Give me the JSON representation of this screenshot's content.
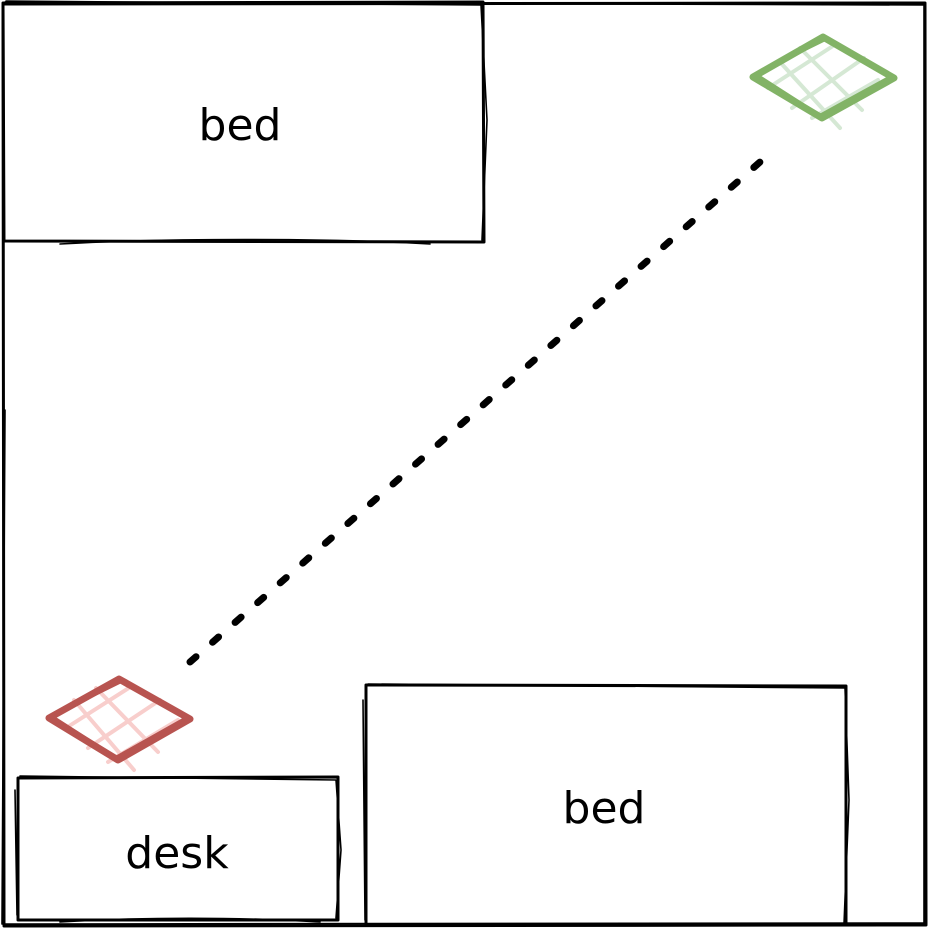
{
  "diagram": {
    "furniture": [
      {
        "id": "bed-top",
        "label": "bed"
      },
      {
        "id": "bed-bottom",
        "label": "bed"
      },
      {
        "id": "desk",
        "label": "desk"
      }
    ],
    "markers": {
      "green": {
        "stroke": "#82b366",
        "fill": "#d5e8d4"
      },
      "red": {
        "stroke": "#b85450",
        "fill": "#f8cecc"
      }
    },
    "connector": {
      "style": "dotted",
      "color": "#000000"
    }
  }
}
